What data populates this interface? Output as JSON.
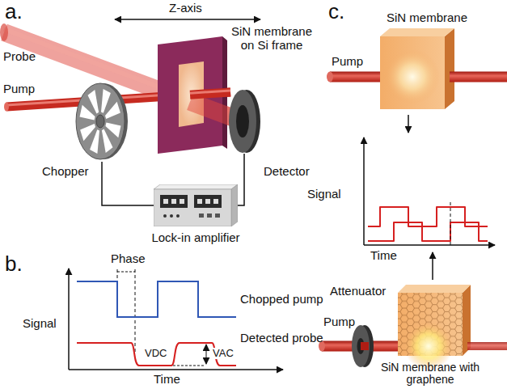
{
  "diagram": {
    "nodes": [
      {
        "text": [
          "Chopper"
        ]
      },
      {
        "text": [
          "Detector"
        ]
      },
      {
        "text": [
          "Lock-in amplifier"
        ]
      }
    ],
    "edges": [
      {
        "from": 0,
        "to": 2,
        "arrow": "none"
      },
      {
        "from": 2,
        "to": 1,
        "arrow": "none"
      }
    ],
    "labels": [
      "a.",
      "Z-axis",
      "Probe",
      "Pump",
      "SiN membrane on Si frame",
      "b.",
      "Phase",
      "Chopped pump",
      "Signal",
      "Detected probe",
      "VDC",
      "VAC",
      "Time",
      "c.",
      "SiN membrane",
      "Pump",
      "Signal",
      "Time",
      "Attenuator",
      "Pump",
      "SiN membrane with graphene"
    ]
  }
}
